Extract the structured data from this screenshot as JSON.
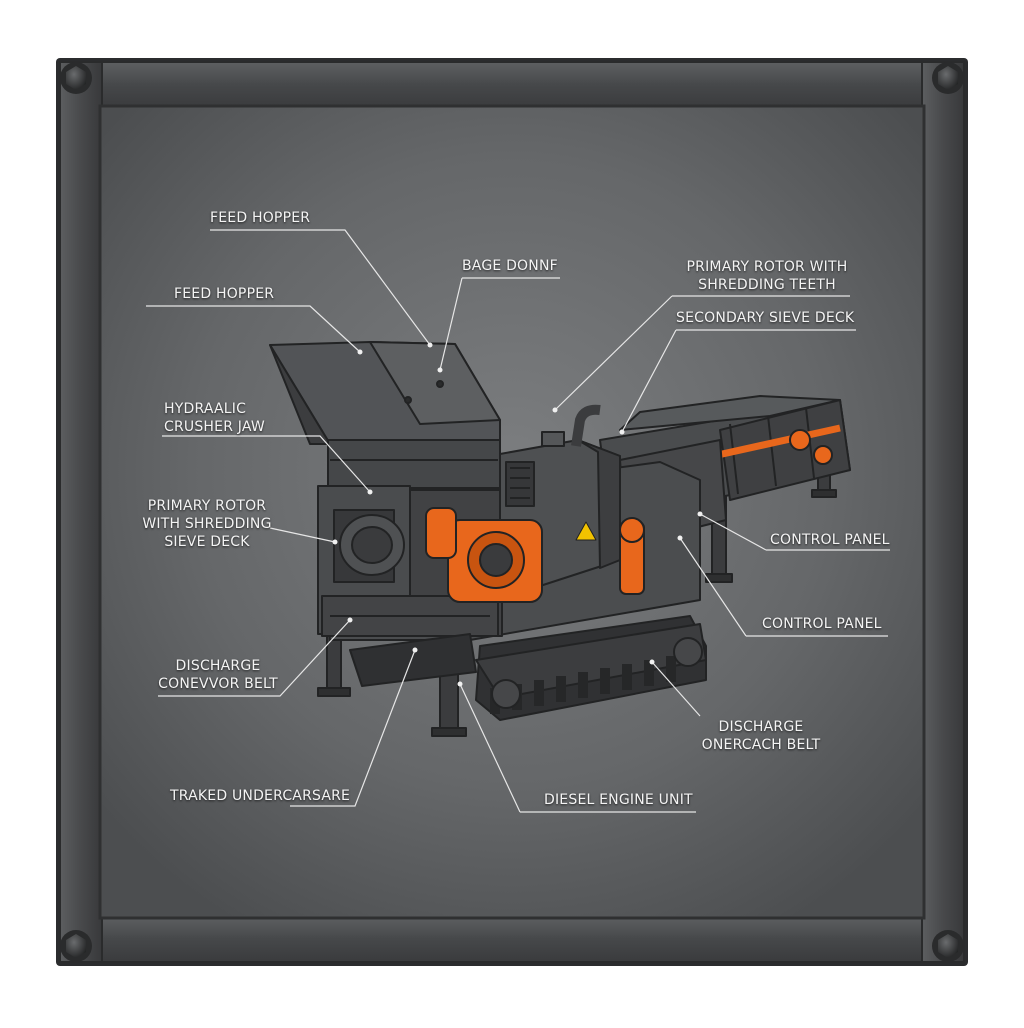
{
  "colors": {
    "frame": "#4a4c4e",
    "frame_edge": "#2b2c2e",
    "panel": "#6e7072",
    "machine": "#4b4d4f",
    "machine_dark": "#353638",
    "accent": "#e8671c",
    "leader": "#e6e6e6",
    "warning": "#f2c200"
  },
  "labels": {
    "feed_hopper_top": "FEED HOPPER",
    "feed_hopper": "FEED HOPPER",
    "bage_donnf": "BAGE DONNF",
    "primary_rotor_right_1": "PRIMARY ROTOR WITH",
    "primary_rotor_right_2": "SHREDDING TEETH",
    "secondary_sieve_deck": "SECONDARY SIEVE DECK",
    "hydraulic_1": "HYDRAALIC",
    "hydraulic_2": "CRUSHER JAW",
    "primary_rotor_left_1": "PRIMARY ROTOR",
    "primary_rotor_left_2": "WITH SHREDDING",
    "primary_rotor_left_3": "SIEVE DECK",
    "control_panel_upper": "CONTROL PANEL",
    "control_panel_lower": "CONTROL PANEL",
    "discharge_left_1": "DISCHARGE",
    "discharge_left_2": "CONEVVOR BELT",
    "discharge_right_1": "DISCHARGE",
    "discharge_right_2": "ONERCACH BELT",
    "tracked_undercarriage": "TRAKED UNDERCARSARE",
    "diesel_engine_unit": "DIESEL ENGINE UNIT"
  }
}
